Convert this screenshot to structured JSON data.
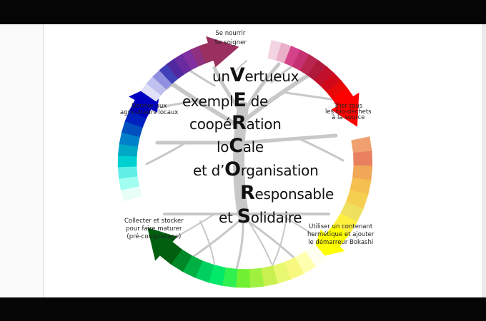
{
  "labels": {
    "top": [
      "Se nourrir",
      "Se soigner"
    ],
    "right_top": [
      "Trier tous",
      "les bio-déchets",
      "à la source"
    ],
    "right_bottom": [
      "Utiliser un contenant",
      "hermétique et ajouter",
      "le démarreur Bokashi"
    ],
    "left_bottom": [
      "Collecter et stocker",
      "pour faire maturer",
      "(pré-compostage)"
    ],
    "left_top": [
      "Donner aux",
      "agriculteurs locaux"
    ]
  },
  "acrostic": [
    {
      "pre": "un",
      "cap": "V",
      "post": "ertueux"
    },
    {
      "pre": "exempl",
      "cap": "E",
      "post": " de"
    },
    {
      "pre": "coopé",
      "cap": "R",
      "post": "ation"
    },
    {
      "pre": "lo",
      "cap": "C",
      "post": "ale"
    },
    {
      "pre": "et d’",
      "cap": "O",
      "post": "rganisation"
    },
    {
      "pre": "",
      "cap": "R",
      "post": "esponsable"
    },
    {
      "pre": "et ",
      "cap": "S",
      "post": "olidaire"
    }
  ],
  "colors": {
    "pink_red": [
      "#f3d4e0",
      "#eab0c8",
      "#d4438a",
      "#c43070",
      "#b8254f",
      "#b01a3a",
      "#c0102a",
      "#d00818",
      "#e80808",
      "#ff0000"
    ],
    "orange_yellow": [
      "#f0a070",
      "#e88060",
      "#f0a858",
      "#f5c050",
      "#f5d050",
      "#f0e060",
      "#fff040",
      "#ffff00"
    ],
    "green": [
      "#fffff0",
      "#ffffb0",
      "#f8f880",
      "#e8f870",
      "#c8f050",
      "#a0f040",
      "#70f030",
      "#30f050",
      "#00e868",
      "#00d060",
      "#00b040",
      "#008828",
      "#006010"
    ],
    "blue": [
      "#e8fff8",
      "#a0fff0",
      "#60f0e8",
      "#00d0d0",
      "#00a8c8",
      "#0080c8",
      "#0050c0",
      "#0020c0",
      "#0000c0"
    ],
    "purple": [
      "#e0e0f8",
      "#c0c0f0",
      "#9090e0",
      "#4040b8",
      "#5028a0",
      "#6a2aa0",
      "#8030a0",
      "#903080",
      "#9a3060"
    ],
    "tree": "#c8c8c8"
  }
}
